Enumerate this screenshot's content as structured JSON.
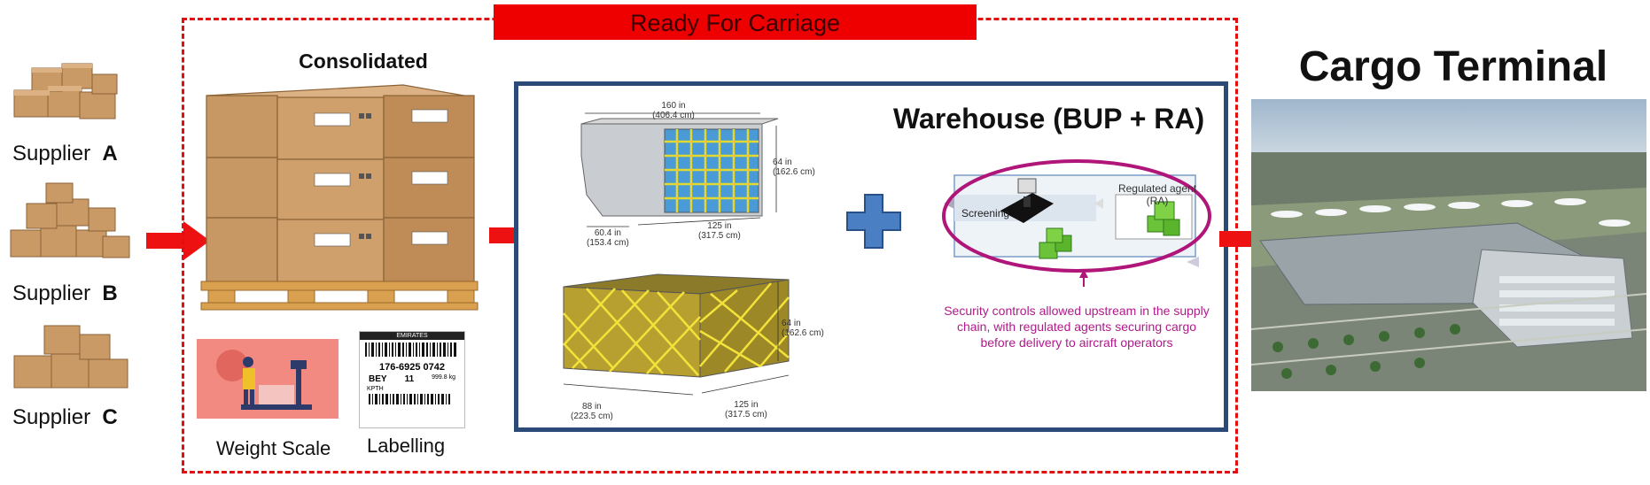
{
  "suppliers": [
    {
      "name": "Supplier",
      "letter": "A"
    },
    {
      "name": "Supplier",
      "letter": "B"
    },
    {
      "name": "Supplier",
      "letter": "C"
    }
  ],
  "banner": "Ready For Carriage",
  "consolidated_title": "Consolidated",
  "weight_scale_label": "Weight Scale",
  "labelling_label": "Labelling",
  "label_sheet": {
    "carrier": "EMIRATES",
    "awb": "176-6925 0742",
    "dest": "BEY",
    "pieces": "11",
    "weight": "999.8 kg",
    "origin": "KPTH"
  },
  "warehouse_title": "Warehouse (BUP + RA)",
  "uld_container": {
    "width": "160 in",
    "width_cm": "(406.4 cm)",
    "height": "64 in",
    "height_cm": "(162.6 cm)",
    "depth": "60.4 in",
    "depth_cm": "(153.4 cm)",
    "length": "125 in",
    "length_cm": "(317.5 cm)"
  },
  "uld_pallet": {
    "height": "64 in",
    "height_cm": "(162.6 cm)",
    "depth": "88 in",
    "depth_cm": "(223.5 cm)",
    "length": "125 in",
    "length_cm": "(317.5 cm)"
  },
  "screening_label": "Screening",
  "ra_label_line1": "Regulated agent",
  "ra_label_line2": "(RA)",
  "security_note": "Security controls allowed upstream in the supply chain, with regulated agents securing cargo before delivery to aircraft operators",
  "cargo_terminal_title": "Cargo Terminal",
  "colors": {
    "arrow": "#ee1111",
    "frame": "#e01010",
    "warehouse_border": "#2b4a78",
    "plus": "#4a7fc4",
    "ellipse": "#b0157a",
    "note": "#b01a8a",
    "box": "#c99a66"
  }
}
